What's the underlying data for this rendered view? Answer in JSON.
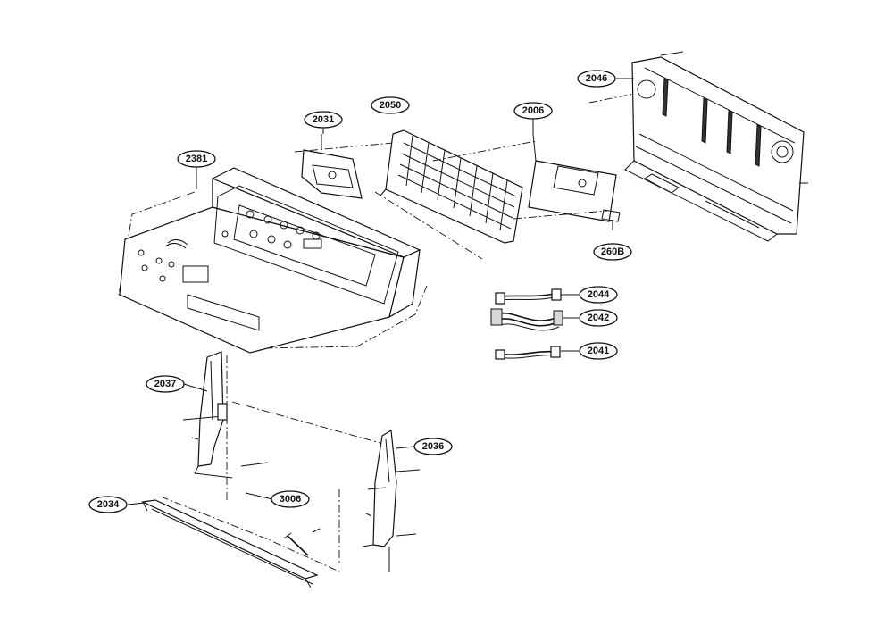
{
  "callouts": [
    {
      "id": "p2381",
      "label": "2381"
    },
    {
      "id": "p2031",
      "label": "2031"
    },
    {
      "id": "p2050",
      "label": "2050"
    },
    {
      "id": "p2006",
      "label": "2006"
    },
    {
      "id": "p2046",
      "label": "2046"
    },
    {
      "id": "p260B",
      "label": "260B"
    },
    {
      "id": "p2044",
      "label": "2044"
    },
    {
      "id": "p2042",
      "label": "2042"
    },
    {
      "id": "p2041",
      "label": "2041"
    },
    {
      "id": "p2037",
      "label": "2037"
    },
    {
      "id": "p2036",
      "label": "2036"
    },
    {
      "id": "p2034",
      "label": "2034"
    },
    {
      "id": "p3006",
      "label": "3006"
    }
  ]
}
